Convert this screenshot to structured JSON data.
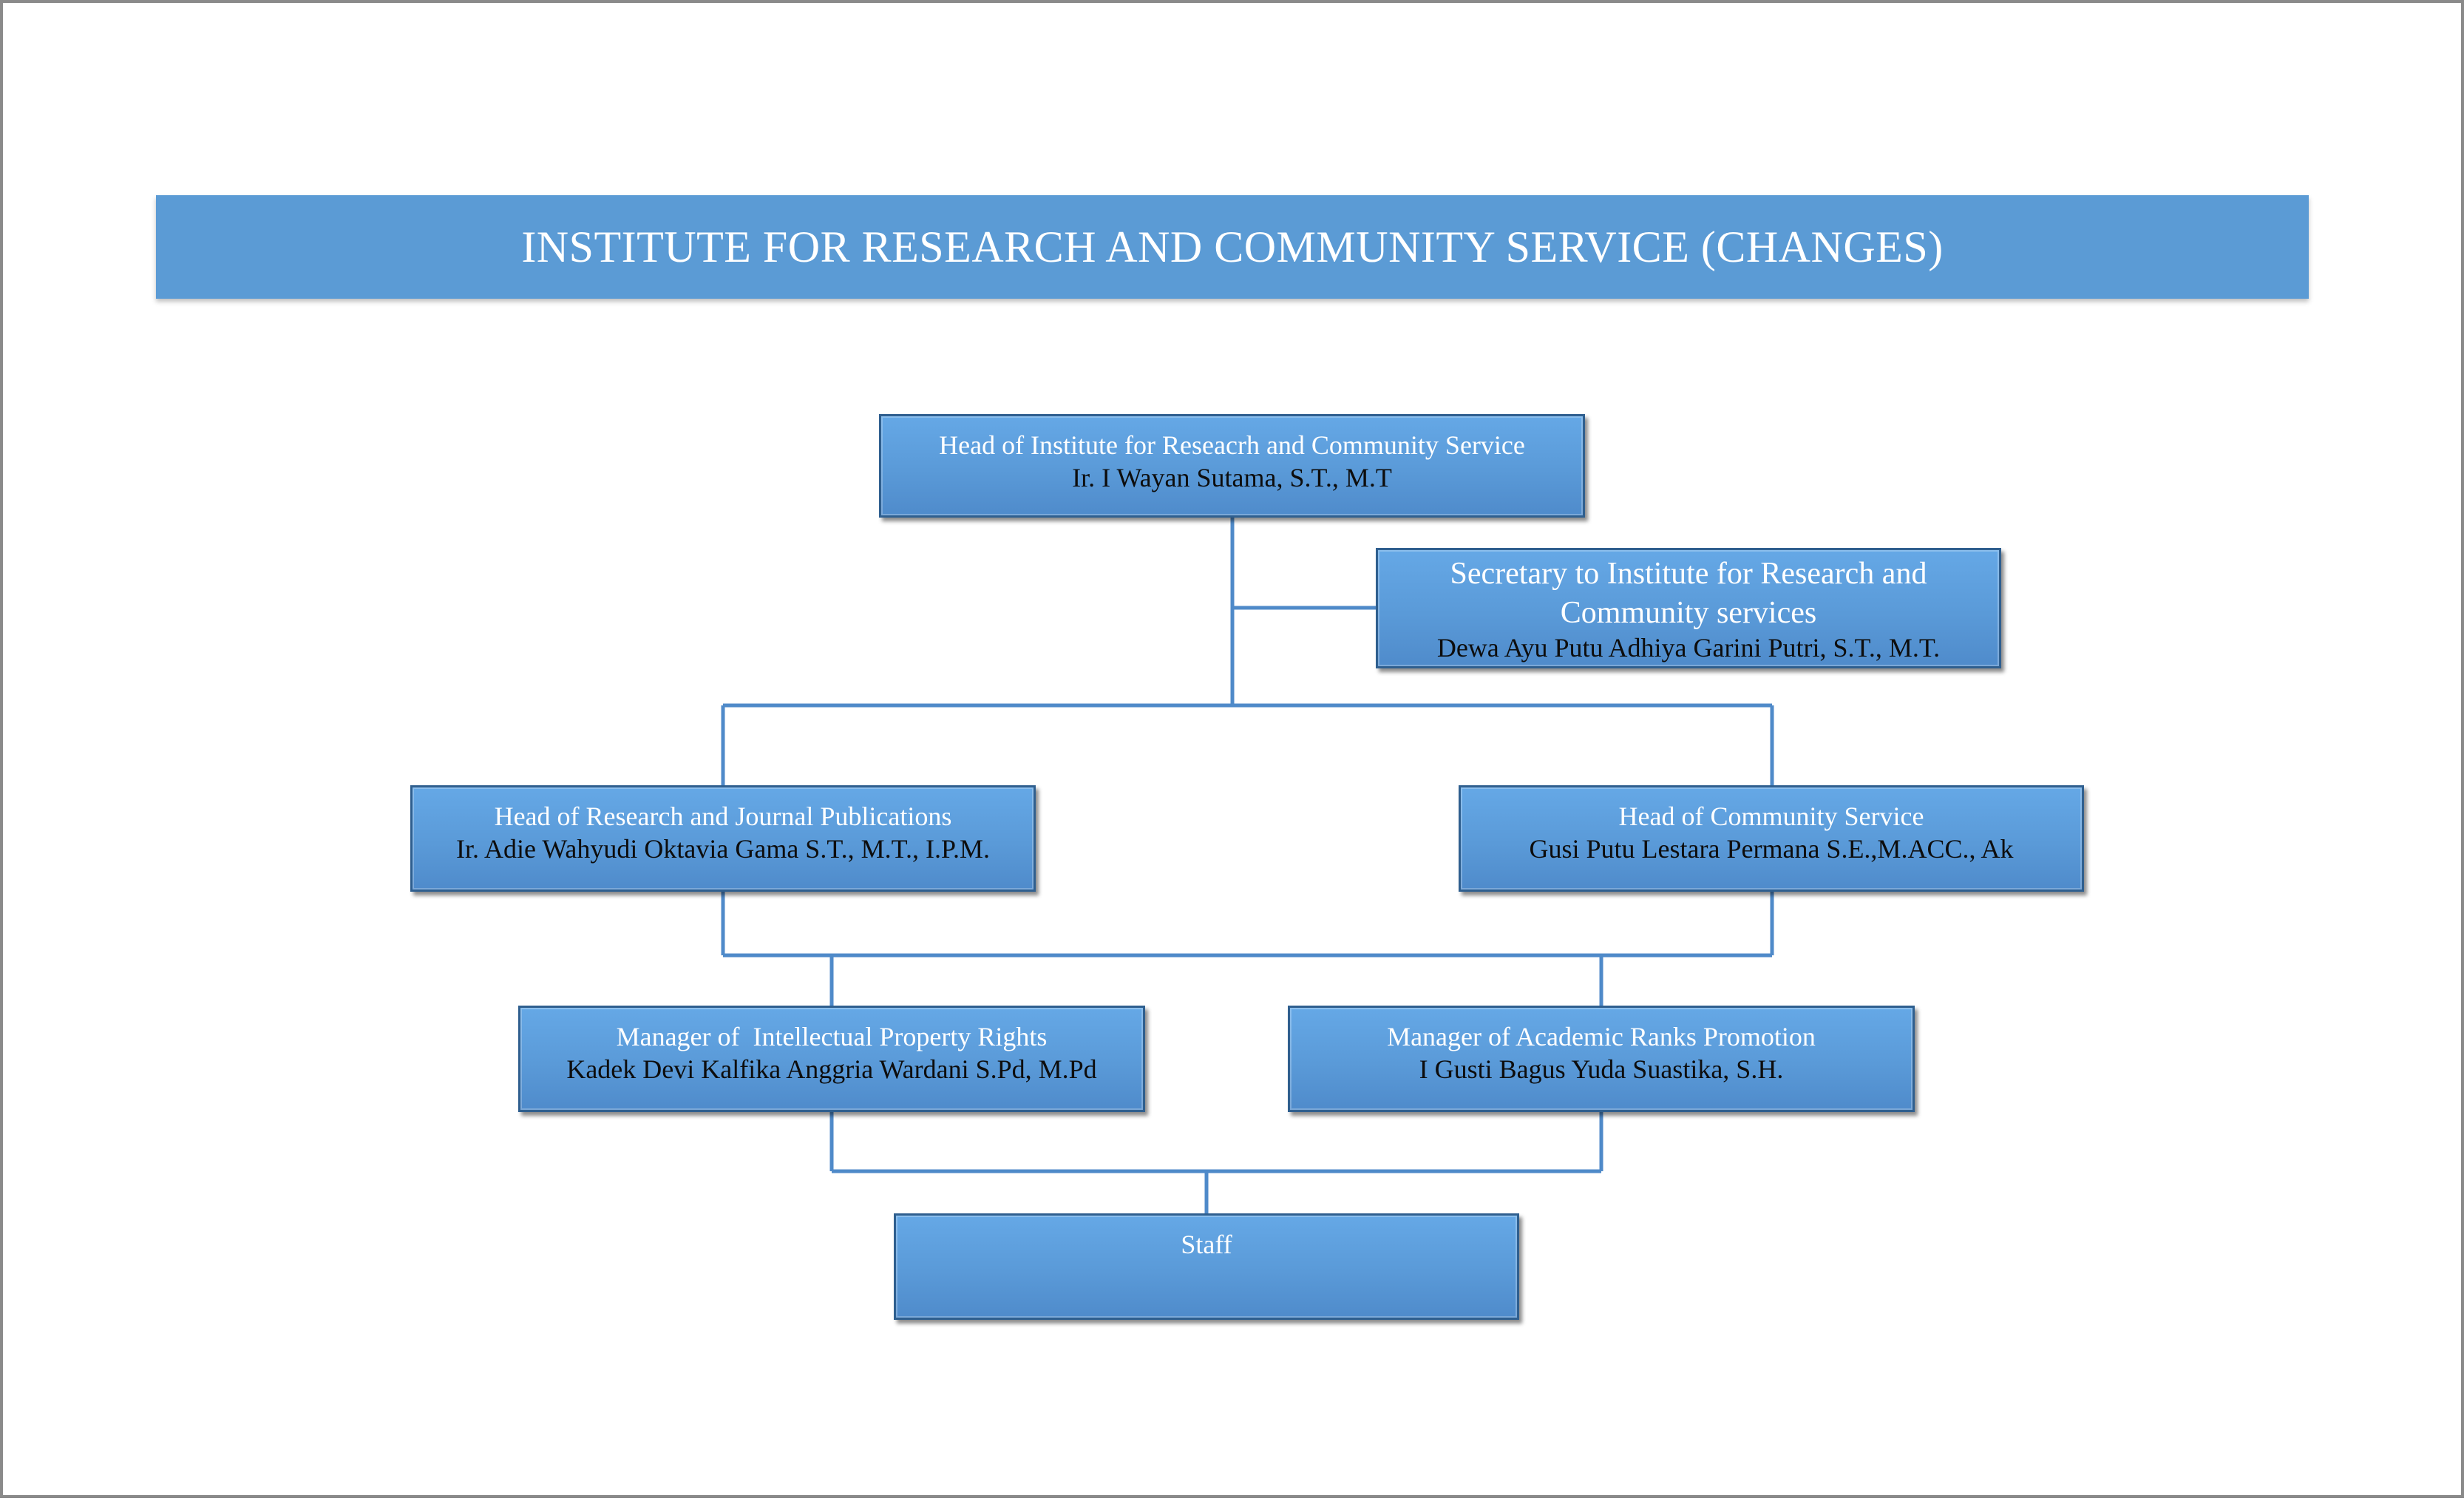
{
  "title": "INSTITUTE FOR RESEARCH AND COMMUNITY SERVICE (CHANGES)",
  "nodes": {
    "head": {
      "role": "Head of Institute for Reseacrh and Community Service",
      "name": "Ir. I Wayan Sutama, S.T., M.T"
    },
    "secretary": {
      "role_line1": "Secretary to Institute for Research and",
      "role_line2": "Community services",
      "name": "Dewa Ayu Putu Adhiya Garini Putri, S.T., M.T."
    },
    "research": {
      "role": "Head of Research and Journal Publications",
      "name": "Ir. Adie Wahyudi Oktavia Gama S.T., M.T., I.P.M."
    },
    "community": {
      "role": "Head of Community Service",
      "name": "Gusi Putu Lestara Permana S.E.,M.ACC., Ak"
    },
    "ipr": {
      "role": "Manager of  Intellectual Property Rights",
      "name": "Kadek Devi Kalfika Anggria Wardani S.Pd, M.Pd"
    },
    "academic": {
      "role": "Manager of Academic Ranks Promotion",
      "name": "I Gusti Bagus Yuda Suastika, S.H."
    },
    "staff": {
      "role": "Staff"
    }
  },
  "colors": {
    "box_fill": "#5b9bd5",
    "box_border": "#2f5f8f",
    "connector": "#4f8ac9",
    "role_text": "#ffffff",
    "name_text": "#0d0d0d"
  }
}
